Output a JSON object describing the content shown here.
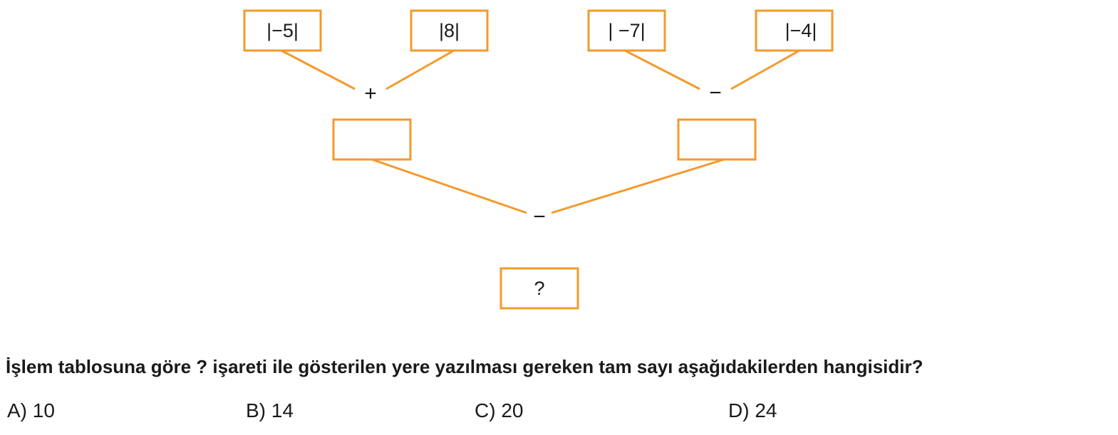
{
  "diagram": {
    "accent_color": "#f39a2b",
    "top_boxes": [
      "|−5|",
      "|8|",
      "| −7|",
      "|−4|"
    ],
    "operators": [
      "+",
      "−",
      "−"
    ],
    "middle_boxes": [
      "",
      ""
    ],
    "result_box": "?"
  },
  "question": "İşlem tablosuna göre ? işareti ile gösterilen yere yazılması gereken tam sayı aşağıdakilerden hangisidir?",
  "options": [
    {
      "letter": "A)",
      "value": "10"
    },
    {
      "letter": "B)",
      "value": "14"
    },
    {
      "letter": "C)",
      "value": "20"
    },
    {
      "letter": "D)",
      "value": "24"
    }
  ]
}
